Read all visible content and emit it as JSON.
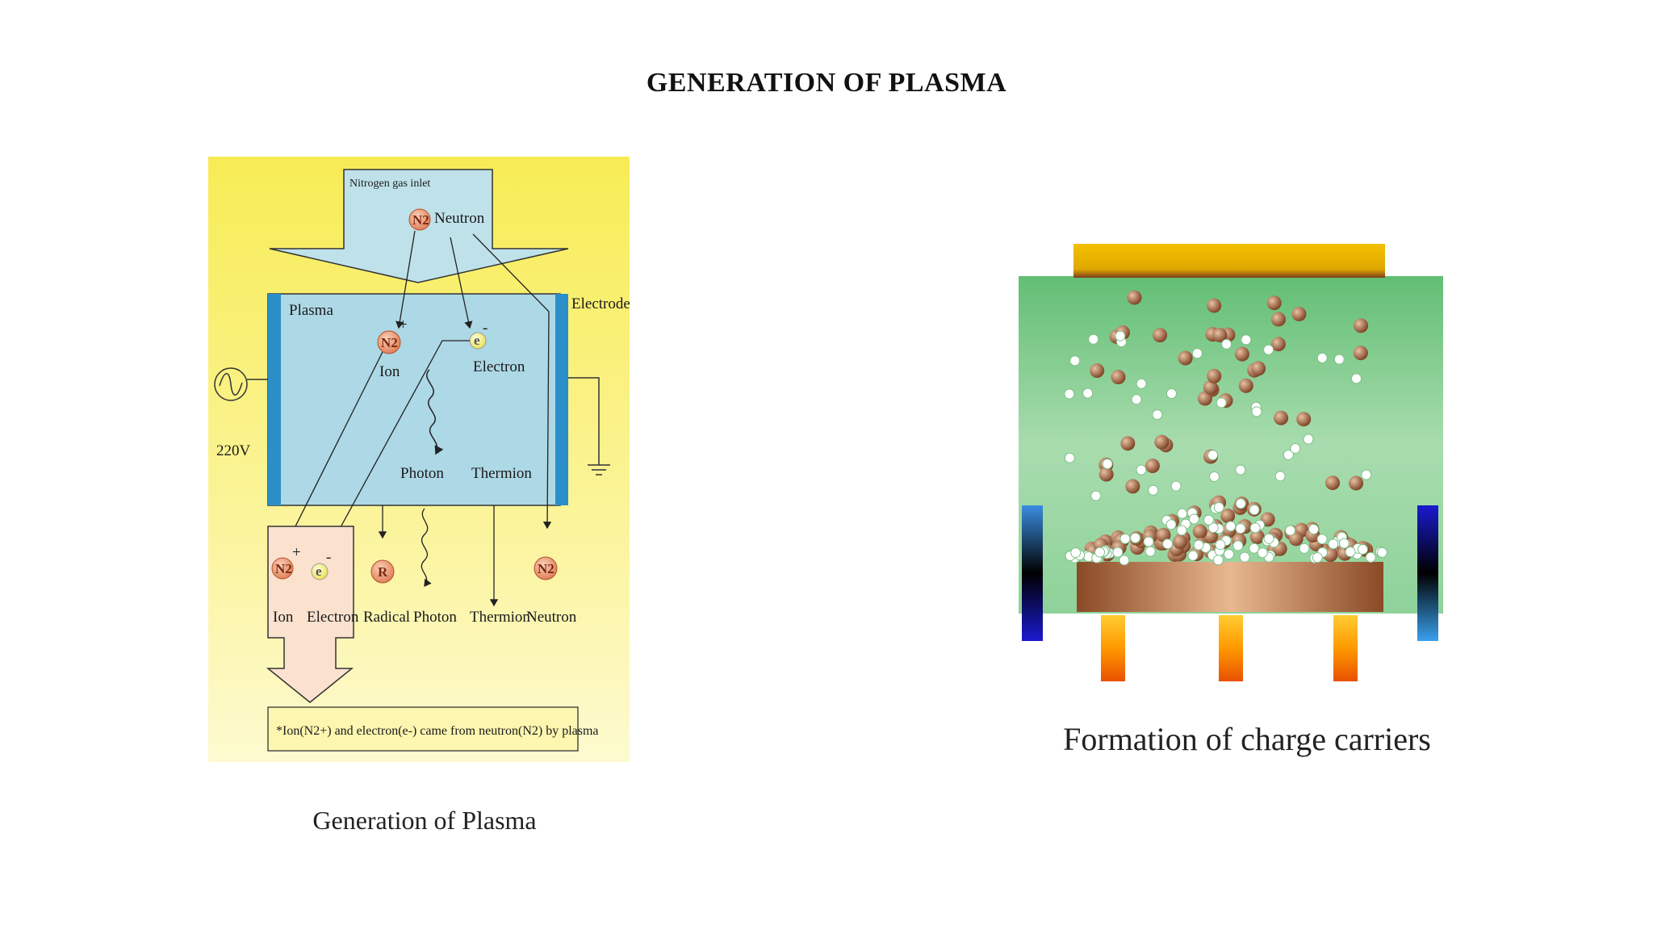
{
  "slide": {
    "title": "GENERATION OF PLASMA"
  },
  "left_figure": {
    "caption": "Generation of Plasma",
    "inlet_label": "Nitrogen gas inlet",
    "neutron_symbol": "N2",
    "neutron_label": "Neutron",
    "plasma_label": "Plasma",
    "electrode_label": "Electrode",
    "voltage_label": "220V",
    "ion_symbol": "N2",
    "ion_charge": "+",
    "ion_label": "Ion",
    "electron_symbol": "e",
    "electron_charge": "-",
    "electron_label": "Electron",
    "photon_label": "Photon",
    "thermion_label": "Thermion",
    "radical_symbol": "R",
    "radical_label": "Radical",
    "note": "*Ion(N2+) and electron(e-) came from neutron(N2) by plasma",
    "colors": {
      "background": "#f8f07a",
      "chamber": "#add8e6",
      "electrode": "#2a8fc8",
      "particle": "#e7906a"
    }
  },
  "right_figure": {
    "caption": "Formation of charge carriers",
    "colors": {
      "chamber": "#7ec888",
      "top_plate": "#f2b900",
      "substrate": "#a8643a",
      "flame": "#f77f00"
    }
  }
}
